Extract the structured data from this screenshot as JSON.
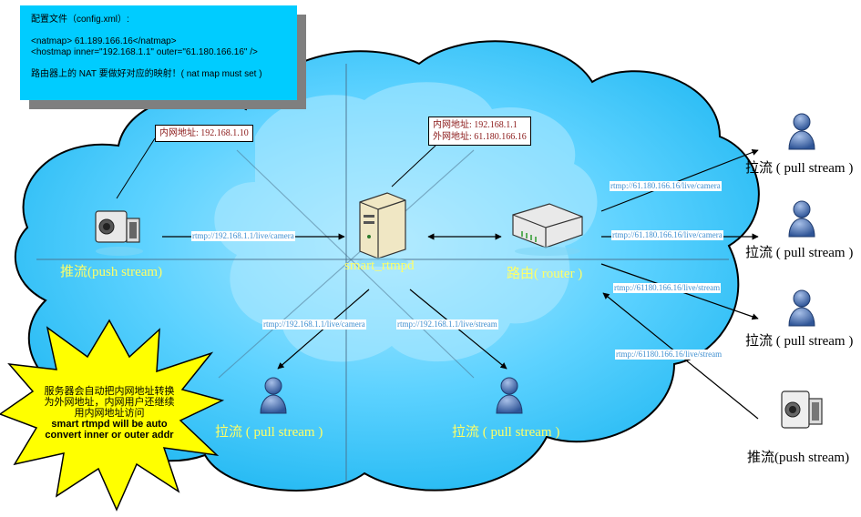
{
  "config": {
    "title": "配置文件（config.xml）:",
    "natmap": "<natmap> 61.189.166.16</natmap>",
    "hostmap": "<hostmap inner=\"192.168.1.1\" outer=\"61.180.166.16\" />",
    "note": "路由器上的 NAT 要做好对应的映射！( nat map must set )"
  },
  "push_left": {
    "label": "推流(push stream)",
    "inner_ip": "内网地址: 192.168.1.10"
  },
  "server": {
    "label": "smart_rtmpd",
    "inner_ip": "内网地址: 192.168.1.1",
    "outer_ip": "外网地址: 61.180.166.16"
  },
  "router": {
    "label": "路由( router )"
  },
  "urls": {
    "push_camera": "rtmp://192.168.1.1/live/camera",
    "inner_camera": "rtmp://192.168.1.1/live/camera",
    "inner_stream": "rtmp://192.168.1.1/live/stream",
    "outer_camera_1": "rtmp://61.180.166.16/live/camera",
    "outer_camera_2": "rtmp://61.180.166.16/live/camera",
    "outer_stream": "rtmp://61180.166.16/live/stream",
    "outer_push_stream": "rtmp://61180.166.16/live/stream"
  },
  "pull_labels": {
    "inner_left": "拉流 ( pull stream )",
    "inner_right": "拉流 ( pull stream )",
    "outer_1": "拉流 ( pull stream )",
    "outer_2": "拉流 ( pull stream )",
    "outer_3": "拉流 ( pull stream )"
  },
  "push_right": {
    "label": "推流(push stream)"
  },
  "starburst": {
    "cn_line1": "服务器会自动把内网地址转换",
    "cn_line2": "为外网地址，内网用户还继续",
    "cn_line3": "用内网地址访问",
    "en_line1": "smart rtmpd will be auto",
    "en_line2": "convert inner or outer addr"
  },
  "colors": {
    "cloud": "#33ccff",
    "cloud_light": "#a6e4ff",
    "config_box": "#00ccff",
    "starburst": "#ffff00",
    "url_text": "#3f8fd0",
    "label_yellow": "#ffff66"
  }
}
